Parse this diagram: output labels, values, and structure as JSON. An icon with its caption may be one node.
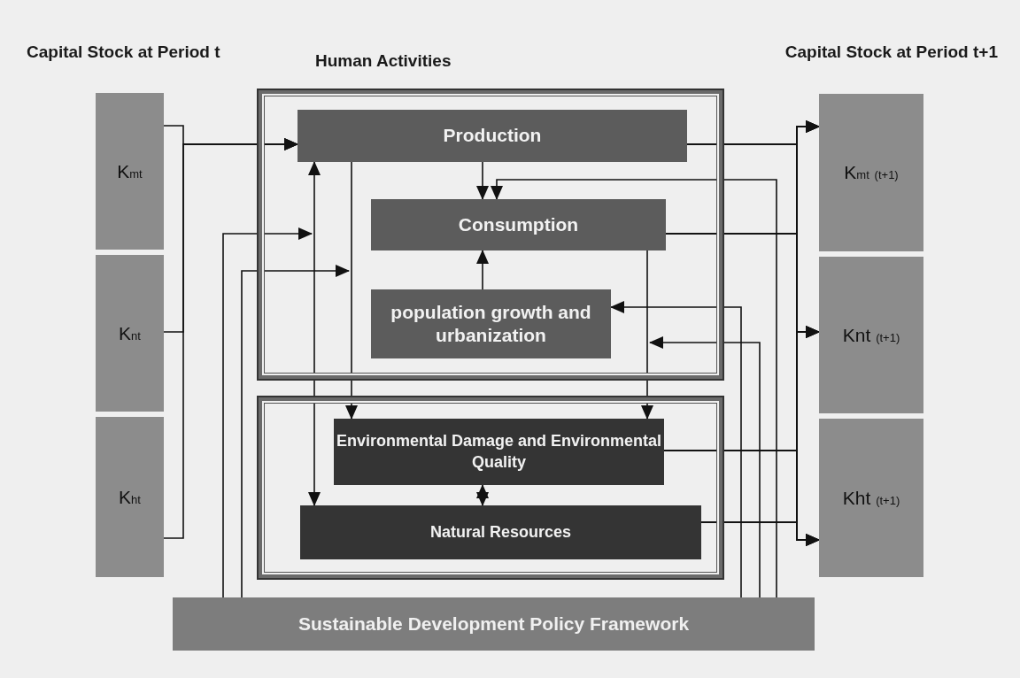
{
  "diagram": {
    "nodes": [
      {
        "text": [
          "Capital Stock at Period t"
        ]
      },
      {
        "text": [
          "K$_{mt}$"
        ],
        "in": 0
      },
      {
        "text": [
          "K$_{nt}$"
        ],
        "in": 0
      },
      {
        "text": [
          "K$_{ht}$"
        ],
        "in": 0
      },
      {
        "text": [
          "Human Activities"
        ]
      },
      {
        "text": [
          "Production"
        ],
        "in": 4
      },
      {
        "text": [
          "Consumption"
        ],
        "in": 4
      },
      {
        "text": [
          "population growth and urbanization"
        ],
        "in": 4
      },
      {
        "text": [],
        "shape": "box"
      },
      {
        "text": [
          "Environmental Damage and Environmental Quality"
        ],
        "in": 8
      },
      {
        "text": [
          "Natural Resources"
        ],
        "in": 8
      },
      {
        "text": [
          "Capital Stock at Period t+1"
        ]
      },
      {
        "text": [
          "K$_{mt}$ $_{(t+1)}$"
        ],
        "in": 11
      },
      {
        "text": [
          "Knt $_{(t+1)}$"
        ],
        "in": 11
      },
      {
        "text": [
          "Kht $_{(t+1)}$"
        ],
        "in": 11
      },
      {
        "text": [
          "Sustainable Development Policy Framework"
        ]
      }
    ],
    "edges": [
      {
        "from": 1,
        "to": 5,
        "arrow": "to"
      },
      {
        "from": 2,
        "to": 5,
        "arrow": "to"
      },
      {
        "from": 3,
        "to": 5,
        "arrow": "to"
      },
      {
        "from": 5,
        "to": 6,
        "arrow": "to"
      },
      {
        "from": 7,
        "to": 6,
        "arrow": "to"
      },
      {
        "from": 5,
        "to": 10,
        "arrow": "both"
      },
      {
        "from": 5,
        "to": 9,
        "arrow": "to"
      },
      {
        "from": 6,
        "to": 9,
        "arrow": "to"
      },
      {
        "from": 9,
        "to": 10,
        "arrow": "both"
      },
      {
        "from": 15,
        "to": null,
        "arrow": "to"
      },
      {
        "from": 15,
        "to": null,
        "arrow": "to"
      },
      {
        "from": 15,
        "to": 7,
        "arrow": "to"
      },
      {
        "from": 15,
        "to": null,
        "arrow": "to"
      },
      {
        "from": 15,
        "to": 6,
        "arrow": "to"
      },
      {
        "from": 5,
        "to": 12,
        "arrow": "to"
      },
      {
        "from": 5,
        "to": 13,
        "arrow": "to"
      },
      {
        "from": 5,
        "to": 14,
        "arrow": "to"
      },
      {
        "from": 6,
        "to": 12,
        "arrow": "to"
      },
      {
        "from": 6,
        "to": 13,
        "arrow": "to"
      },
      {
        "from": 6,
        "to": 14,
        "arrow": "to"
      },
      {
        "from": 9,
        "to": 12,
        "arrow": "to"
      },
      {
        "from": 9,
        "to": 13,
        "arrow": "to"
      },
      {
        "from": 9,
        "to": 14,
        "arrow": "to"
      },
      {
        "from": 10,
        "to": 12,
        "arrow": "to"
      },
      {
        "from": 10,
        "to": 13,
        "arrow": "to"
      },
      {
        "from": 10,
        "to": 14,
        "arrow": "to"
      }
    ]
  }
}
